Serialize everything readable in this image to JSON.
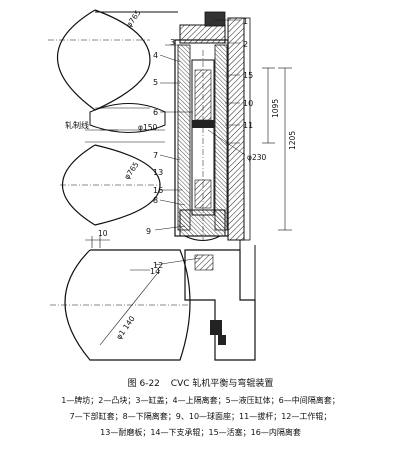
{
  "figure": {
    "number": "图 6-22",
    "title": "CVC 轧机平衡与弯辊装置"
  },
  "labels": {
    "rolling_line": "轧制线",
    "dia_765_top": "φ765",
    "dia_765_mid": "φ765",
    "dia_1140": "φ1 140",
    "dia_150": "φ150",
    "dia_230": "φ230",
    "dim_1205": "1205",
    "dim_1095": "1095",
    "dim_10": "10",
    "n1": "1",
    "n2": "2",
    "n3": "3",
    "n4": "4",
    "n5": "5",
    "n6": "6",
    "n7": "7",
    "n8": "8",
    "n9": "9",
    "n10": "10",
    "n11": "11",
    "n12": "12",
    "n13": "13",
    "n14": "14",
    "n15": "15",
    "n16": "16"
  },
  "legend": {
    "line1": "1—牌坊；2—凸块；3—缸盖；4—上隔离套；5—液压缸体；6—中间隔离套；",
    "line2": "7—下部缸套；8—下隔离套；9、10—球面座；11—拔杆；12—工作辊；",
    "line3": "13—耐磨板；14—下支承辊；15—活塞；16—内隔离套"
  }
}
